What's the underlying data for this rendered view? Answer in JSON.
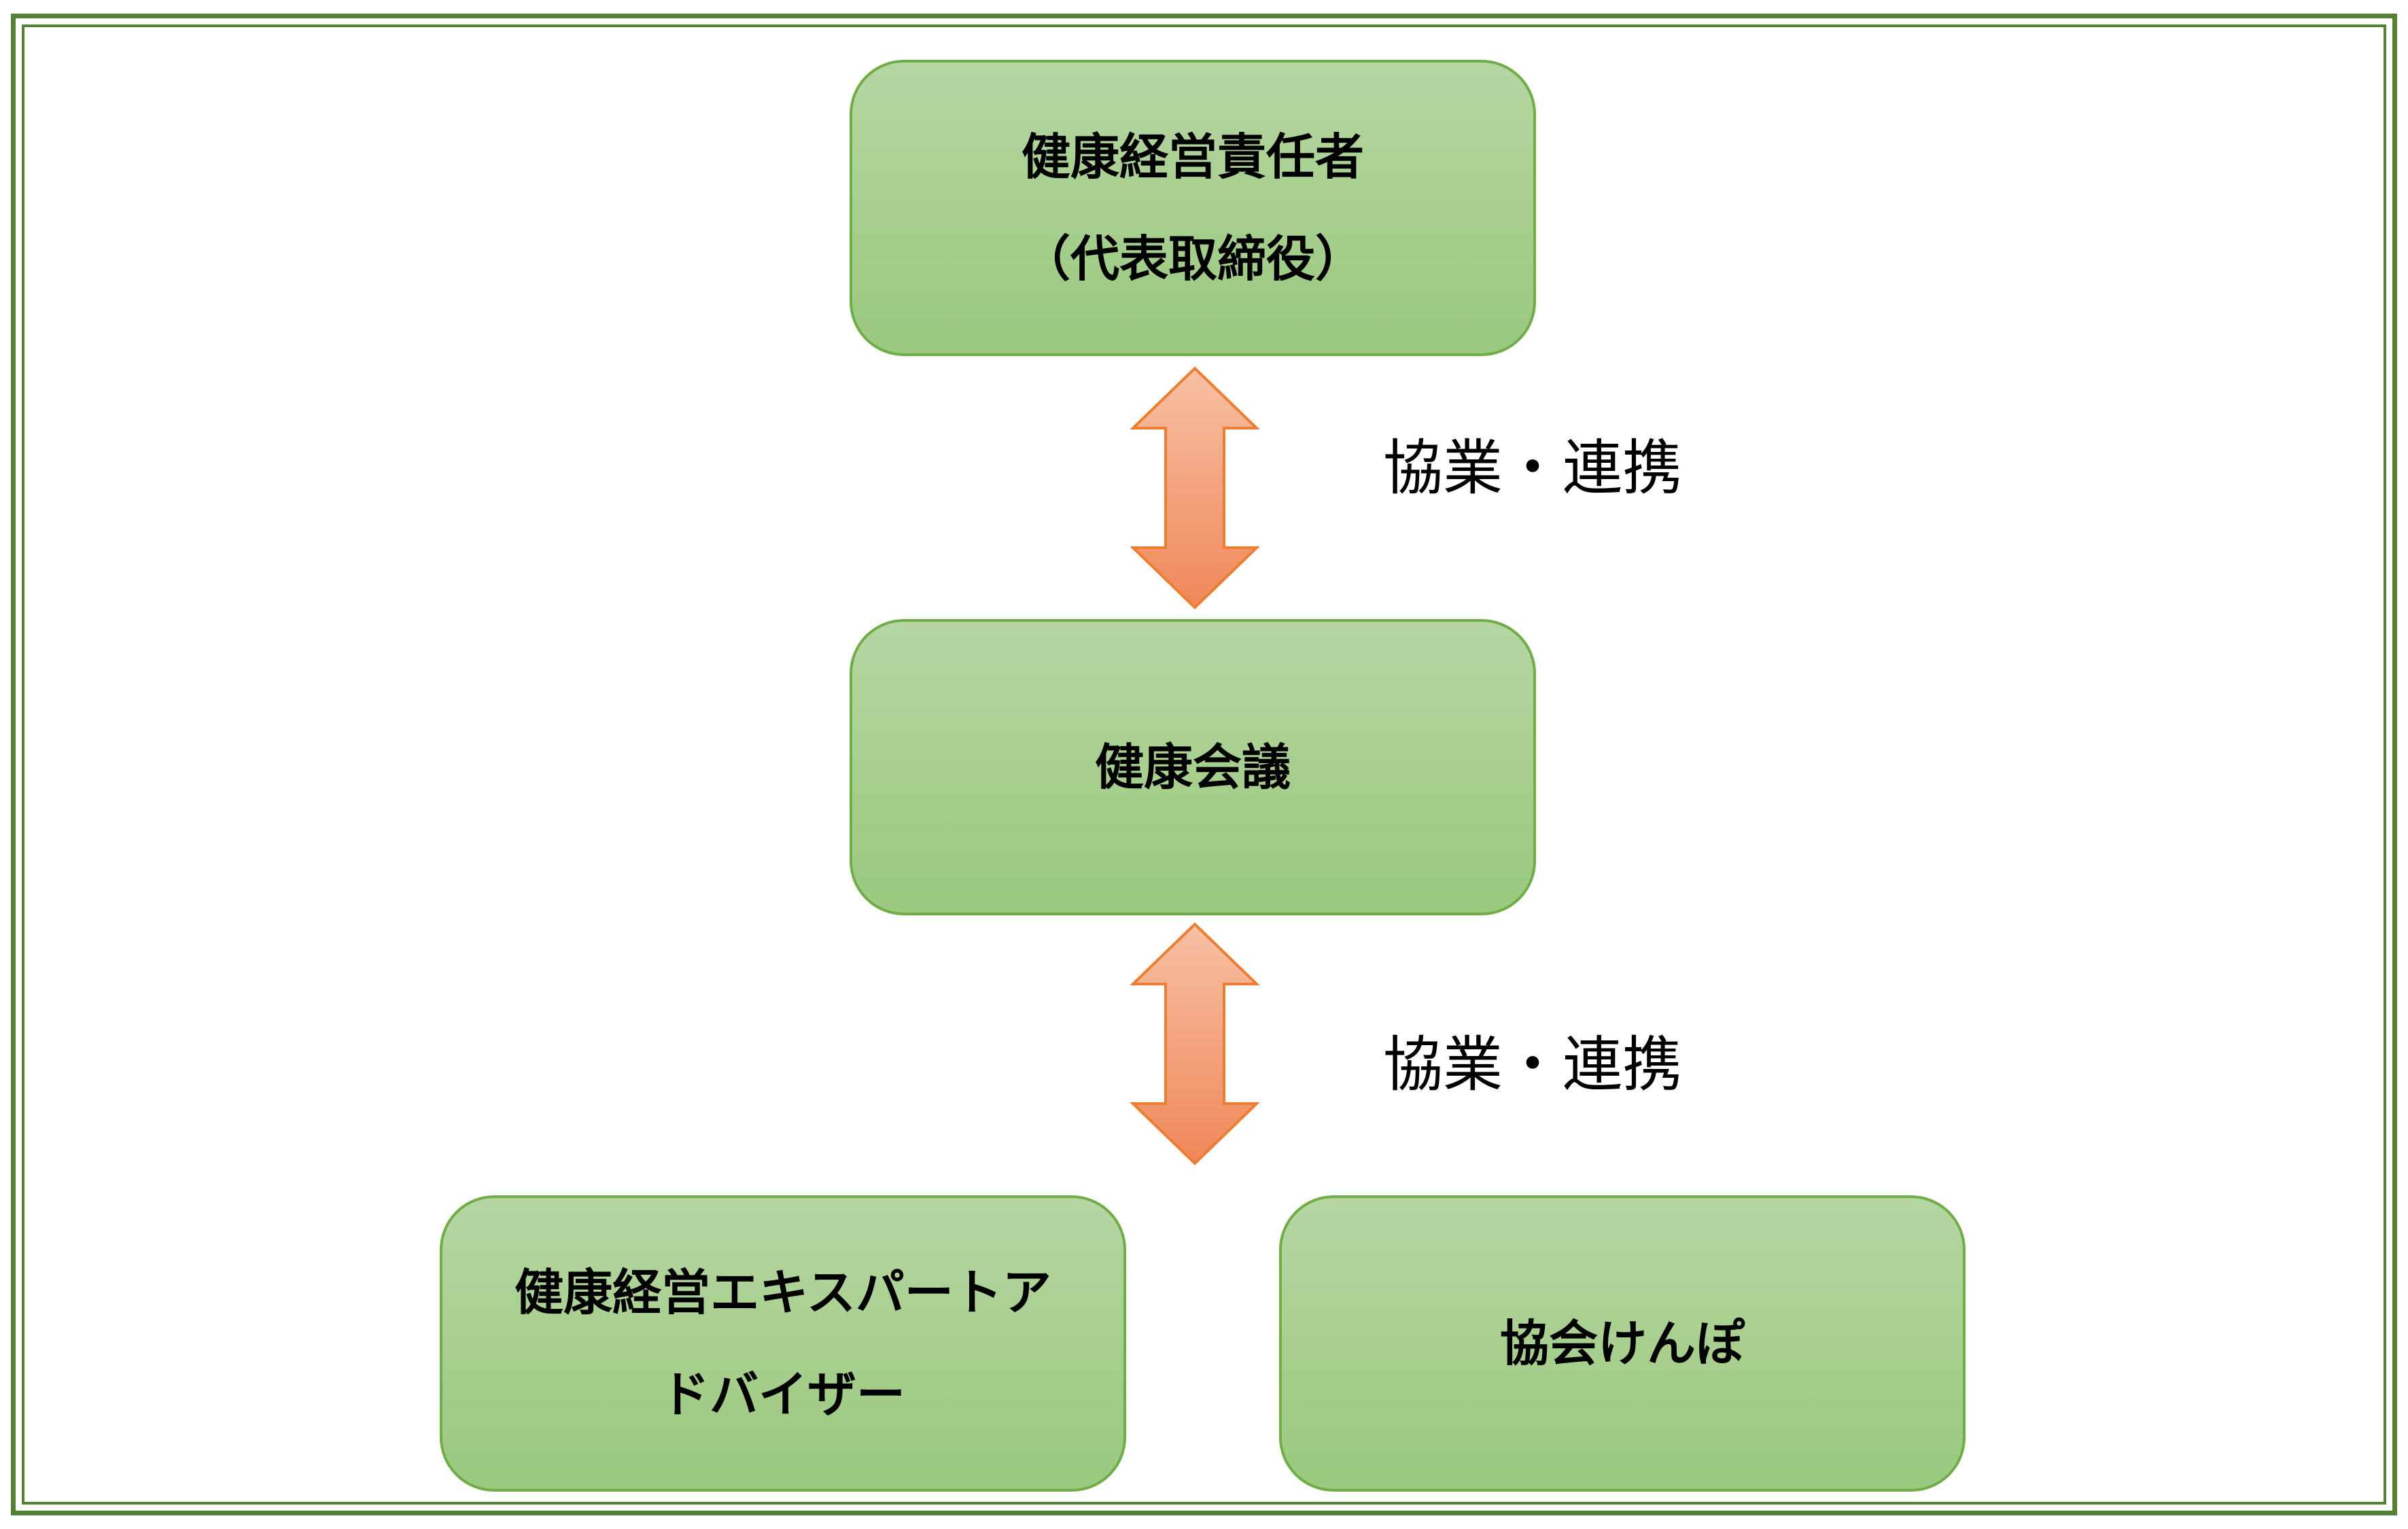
{
  "colors": {
    "frame": "#548235",
    "box_border": "#70ad47",
    "box_fill_top": "#b5d6a3",
    "box_fill_bottom": "#9ac97f",
    "arrow_fill_top": "#f8c0a4",
    "arrow_fill_bottom": "#f0885a",
    "arrow_border": "#ed7d31"
  },
  "nodes": {
    "ceo": {
      "line1": "健康経営責任者",
      "line2": "（代表取締役）"
    },
    "meeting": {
      "line1": "健康会議"
    },
    "advisor": {
      "line1": "健康経営エキスパートア",
      "line2": "ドバイザー"
    },
    "kyokai": {
      "line1": "協会けんぽ"
    }
  },
  "connectors": [
    {
      "from": "ceo",
      "to": "meeting",
      "label": "協業・連携",
      "direction": "bidirectional"
    },
    {
      "from": "meeting",
      "to": "advisor+kyokai",
      "label": "協業・連携",
      "direction": "bidirectional"
    }
  ]
}
